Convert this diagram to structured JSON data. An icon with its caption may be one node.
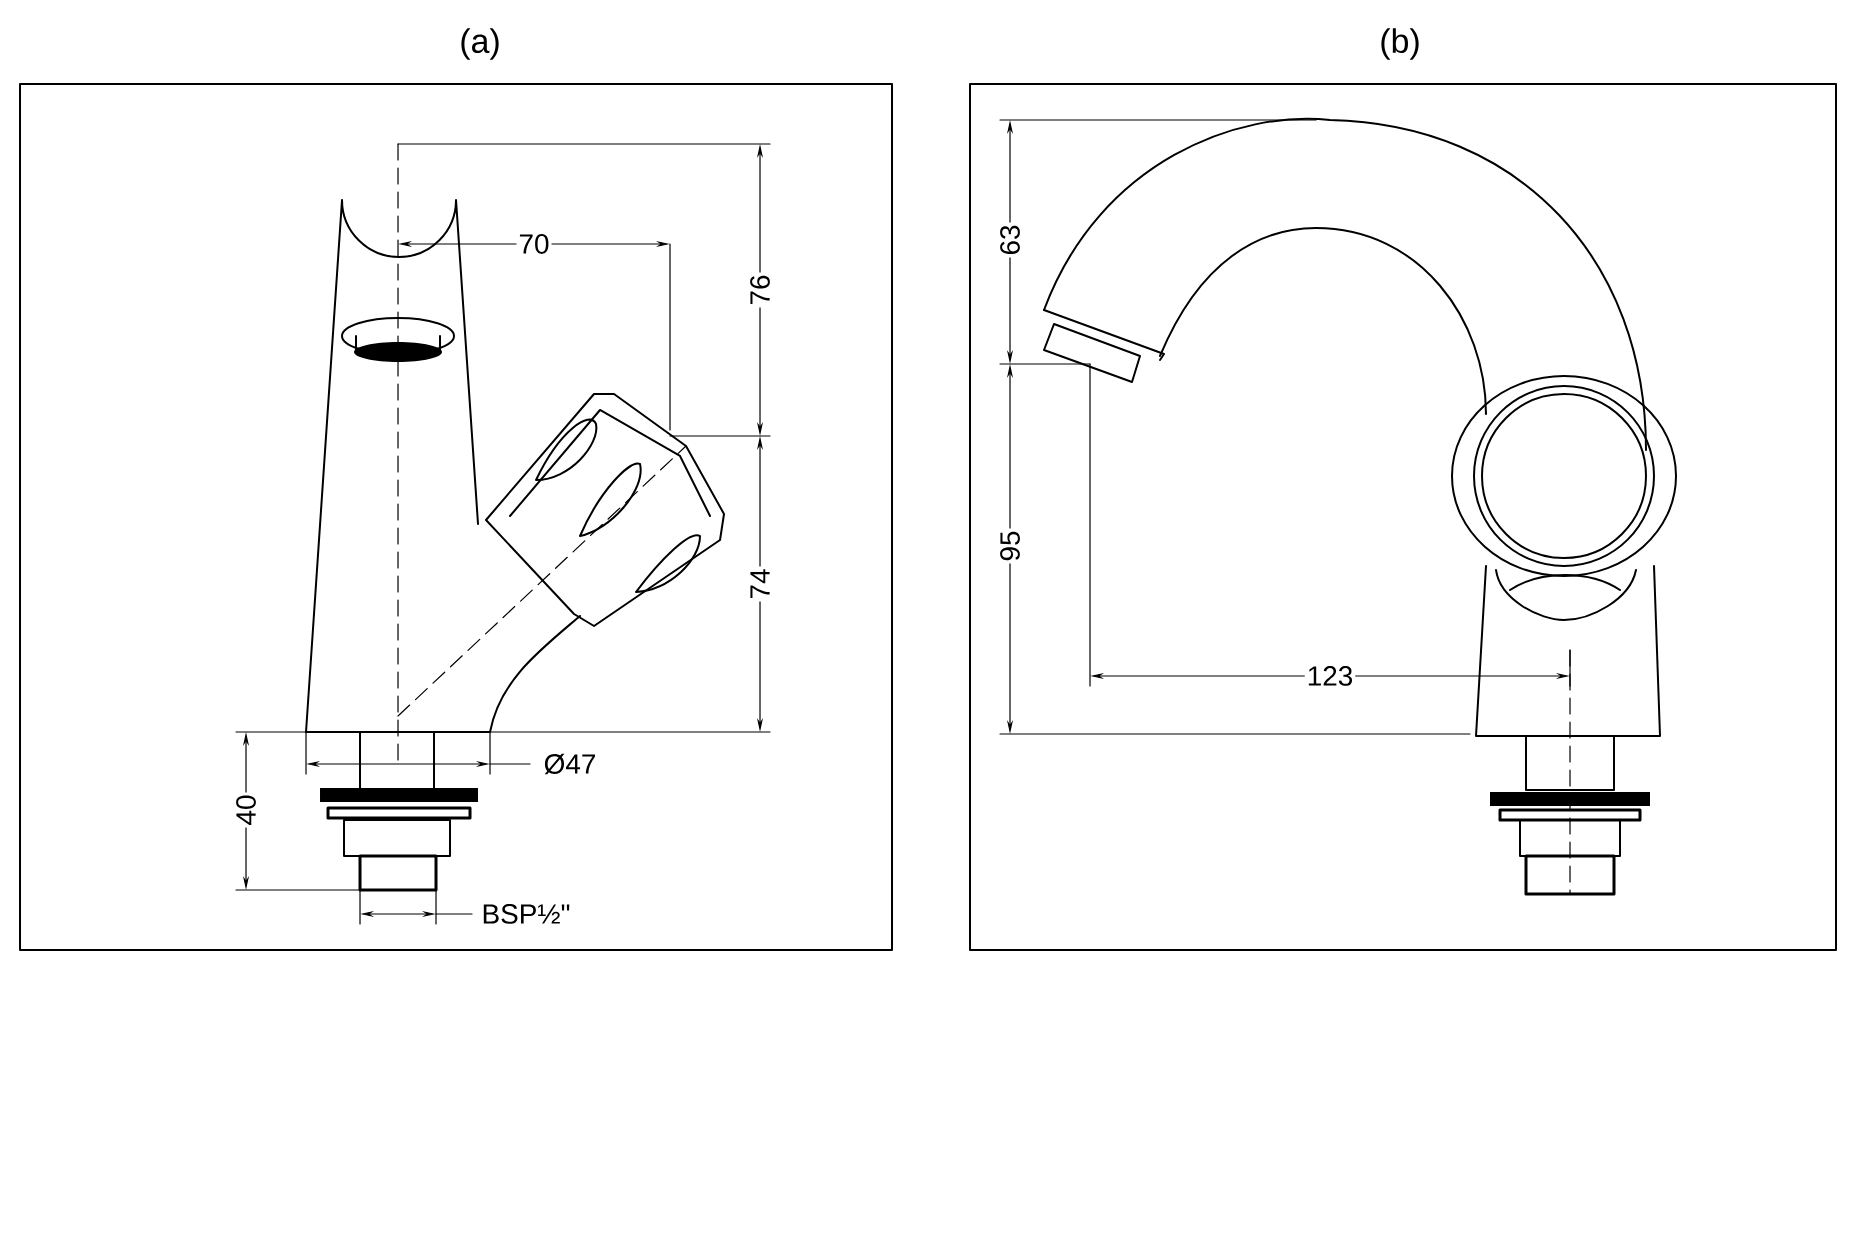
{
  "diagram": {
    "labels": [
      "(a)",
      "(b)",
      "70",
      "76",
      "74",
      "Ø47",
      "40",
      "BSP½\"",
      "63",
      "95",
      "123"
    ]
  }
}
